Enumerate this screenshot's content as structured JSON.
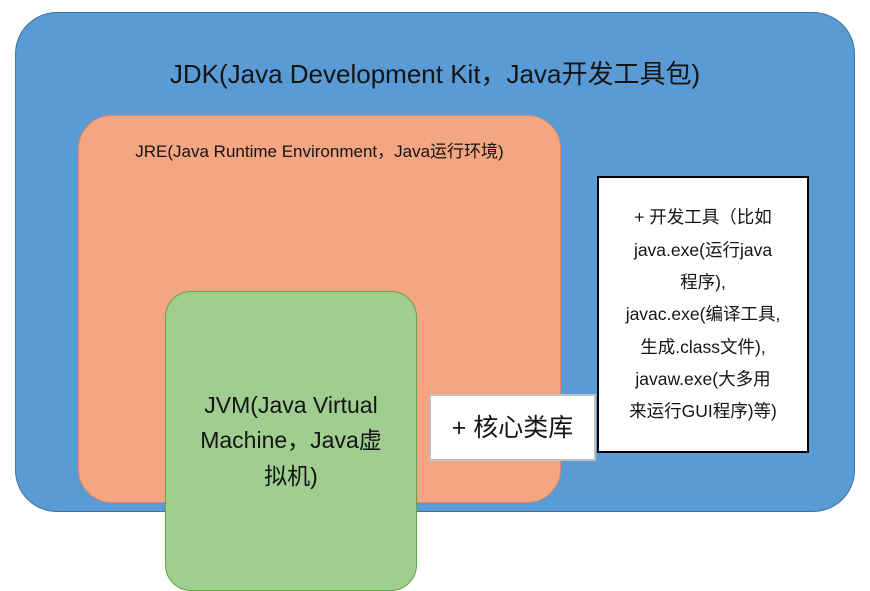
{
  "diagram": {
    "title_text": "JDK(Java Development Kit，Java开发工具包)",
    "jdk": {
      "label": "JDK(Java Development Kit，Java开发工具包)",
      "color": "#5B9BD5",
      "border_color": "#41719C"
    },
    "jre": {
      "label": "JRE(Java Runtime Environment，Java运行环境)",
      "color": "#F4A581",
      "border_color": "#E08B63"
    },
    "jvm": {
      "label": "JVM(Java Virtual Machine，Java虚拟机)",
      "lines": [
        "JVM(Java Virtual",
        "Machine，Java虚",
        "拟机)"
      ],
      "color": "#A0CE90",
      "border_color": "#62A544"
    },
    "core_library": {
      "label": "+ 核心类库",
      "color": "#FFFFFF",
      "border_color": "#BFBFBF"
    },
    "dev_tools": {
      "label": "+ 开发工具（比如java.exe(运行java程序), javac.exe(编译工具，生成.class文件), javaw.exe(大多用来运行GUI程序)等)",
      "lines": [
        "+ 开发工具（比如",
        "java.exe(运行java",
        "程序),",
        "javac.exe(编译工具,",
        "生成.class文件),",
        "javaw.exe(大多用",
        "来运行GUI程序)等)"
      ],
      "color": "#FFFFFF",
      "border_color": "#000000"
    }
  }
}
